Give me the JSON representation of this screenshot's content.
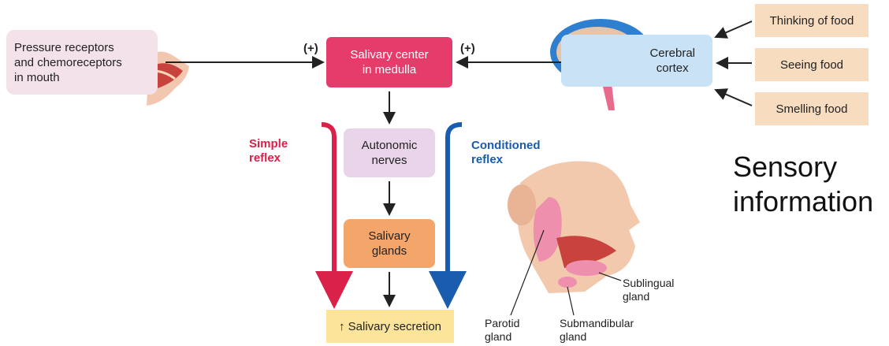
{
  "boxes": {
    "pressure": "Pressure receptors\nand chemoreceptors\nin mouth",
    "medulla": "Salivary center\nin medulla",
    "cortex": "Cerebral\ncortex",
    "thinking": "Thinking of food",
    "seeing": "Seeing food",
    "smelling": "Smelling food",
    "autonomic": "Autonomic\nnerves",
    "glands": "Salivary\nglands",
    "secretion": "↑ Salivary secretion"
  },
  "labels": {
    "plus_left": "(+)",
    "plus_right": "(+)",
    "simple_reflex": "Simple\nreflex",
    "conditioned_reflex": "Conditioned\nreflex",
    "sensory_info": "Sensory\ninformation"
  },
  "gland_labels": {
    "parotid": "Parotid\ngland",
    "submandibular": "Submandibular\ngland",
    "sublingual": "Sublingual\ngland"
  },
  "colors": {
    "simple_reflex": "#d9214a",
    "conditioned_reflex": "#1a5cad",
    "medulla": "#e63c6c"
  }
}
